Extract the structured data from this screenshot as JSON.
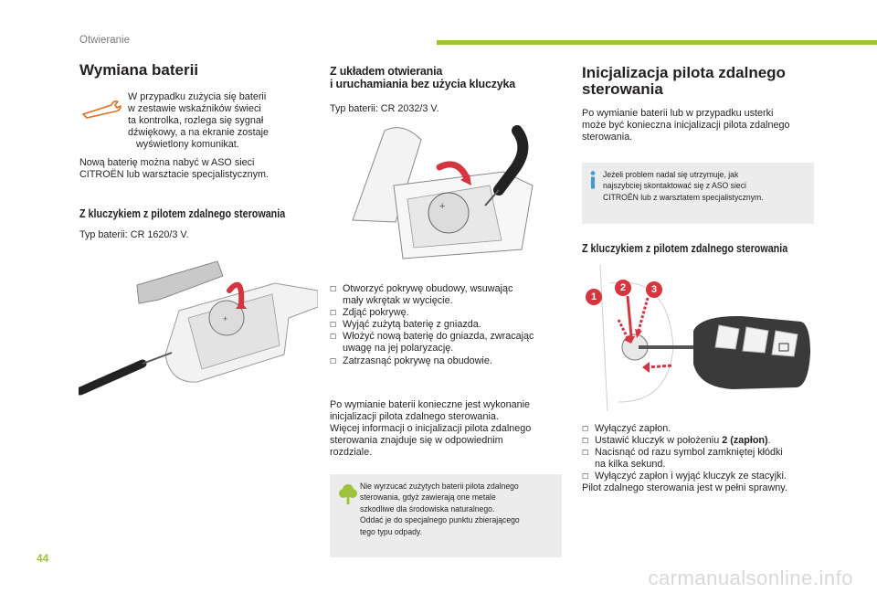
{
  "header": {
    "section": "Otwieranie"
  },
  "page_number": "44",
  "watermark": "carmanualsonline.info",
  "col1": {
    "title": "Wymiana baterii",
    "intro_lines": [
      "W przypadku zużycia się baterii",
      "w zestawie wskaźników świeci",
      "ta kontrolka, rozlega się sygnał",
      "dźwiękowy, a na ekranie zostaje",
      "wyświetlony komunikat."
    ],
    "intro_tail": [
      "Nową baterię można nabyć w ASO sieci",
      "CITROËN lub warsztacie specjalistycznym."
    ],
    "subheading": "Z kluczykiem z pilotem zdalnego sterowania",
    "battery": "Typ baterii: CR 1620/3 V."
  },
  "col2": {
    "title_line1": "Z układem otwierania",
    "title_line2": "i uruchamiania bez użycia kluczyka",
    "battery": "Typ baterii: CR 2032/3 V.",
    "steps": [
      [
        "Otworzyć pokrywę obudowy, wsuwając",
        "mały wkrętak w wycięcie."
      ],
      [
        "Zdjąć pokrywę."
      ],
      [
        "Wyjąć zużytą baterię z gniazda."
      ],
      [
        "Włożyć nową baterię do gniazda, zwracając",
        "uwagę na jej polaryzację."
      ],
      [
        "Zatrzasnąć pokrywę na obudowie."
      ]
    ],
    "after_lines": [
      "Po wymianie baterii konieczne jest wykonanie",
      "inicjalizacji pilota zdalnego sterowania.",
      "Więcej informacji o inicjalizacji pilota zdalnego",
      "sterowania znajduje się w odpowiednim",
      "rozdziale."
    ],
    "eco_note": [
      "Nie wyrzucać zużytych baterii pilota zdalnego",
      "sterowania, gdyż zawierają one metale",
      "szkodliwe dla środowiska naturalnego.",
      "Oddać je do specjalnego punktu zbierającego",
      "tego typu odpady."
    ]
  },
  "col3": {
    "title_line1": "Inicjalizacja pilota zdalnego",
    "title_line2": "sterowania",
    "intro_lines": [
      "Po wymianie baterii lub w przypadku usterki",
      "może być konieczna inicjalizacji pilota zdalnego",
      "sterowania."
    ],
    "info_note": [
      "Jeżeli problem nadal się utrzymuje, jak",
      "najszybciej skontaktować się z ASO sieci",
      "CITROËN lub z warsztatem specjalistycznym."
    ],
    "subheading": "Z kluczykiem z pilotem zdalnego sterowania",
    "callouts": [
      "1",
      "2",
      "3"
    ],
    "steps": [
      {
        "pre": "Wyłączyć zapłon.",
        "bold": "",
        "post": ""
      },
      {
        "pre": "Ustawić kluczyk w położeniu ",
        "bold": "2 (zapłon)",
        "post": "."
      },
      {
        "pre": "Nacisnąć od razu symbol zamkniętej kłódki",
        "bold": "",
        "post": ""
      },
      {
        "pre": "na kilka sekund.",
        "bold": "",
        "post": ""
      },
      {
        "pre": "Wyłączyć zapłon i wyjąć kluczyk ze stacyjki.",
        "bold": "",
        "post": ""
      }
    ],
    "final": "Pilot zdalnego sterowania jest w pełni sprawny."
  },
  "colors": {
    "accent_green": "#9ec33b",
    "callout_red": "#d6343f",
    "info_blue": "#3c9ad6",
    "note_bg": "#ececec"
  }
}
